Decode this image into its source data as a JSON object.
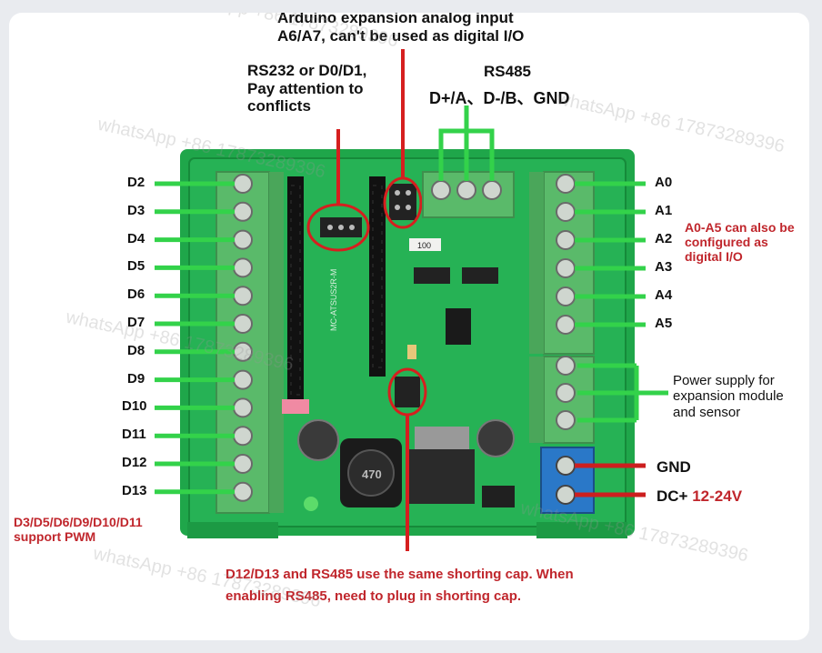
{
  "labels": {
    "arduino_note": "Arduino expansion analog input\nA6/A7, can't be used as digital I/O",
    "rs232_note": "RS232 or D0/D1,\nPay attention to\nconflicts",
    "rs485_title": "RS485",
    "rs485_pins": "D+/A、D-/B、GND",
    "a0a5_note": "A0-A5 can also be\nconfigured as\ndigital I/O",
    "power_note": "Power supply for\nexpansion module\nand sensor",
    "gnd": "GND",
    "dc_plus": "DC+",
    "dc_voltage": "12-24V",
    "pwm_note": "D3/D5/D6/D9/D10/D11\nsupport PWM",
    "shorting_note": "D12/D13 and RS485 use the same shorting cap.  When\nenabling RS485, need to plug in shorting cap."
  },
  "left_pins": [
    "D2",
    "D3",
    "D4",
    "D5",
    "D6",
    "D7",
    "D8",
    "D9",
    "D10",
    "D11",
    "D12",
    "D13"
  ],
  "right_pins": [
    "A0",
    "A1",
    "A2",
    "A3",
    "A4",
    "A5"
  ],
  "chip_markings": {
    "inductor": "470",
    "resistor": "100",
    "pcb_text": "MC-ATSUS2R-M"
  },
  "watermark": "whatsApp +86 17873289396",
  "colors": {
    "board": "#1fa64a",
    "terminal_green": "#5aba6a",
    "terminal_blue": "#2a78c8",
    "wire_green": "#33d24a",
    "wire_red": "#cc1f1f",
    "text_red": "#c0262c"
  }
}
